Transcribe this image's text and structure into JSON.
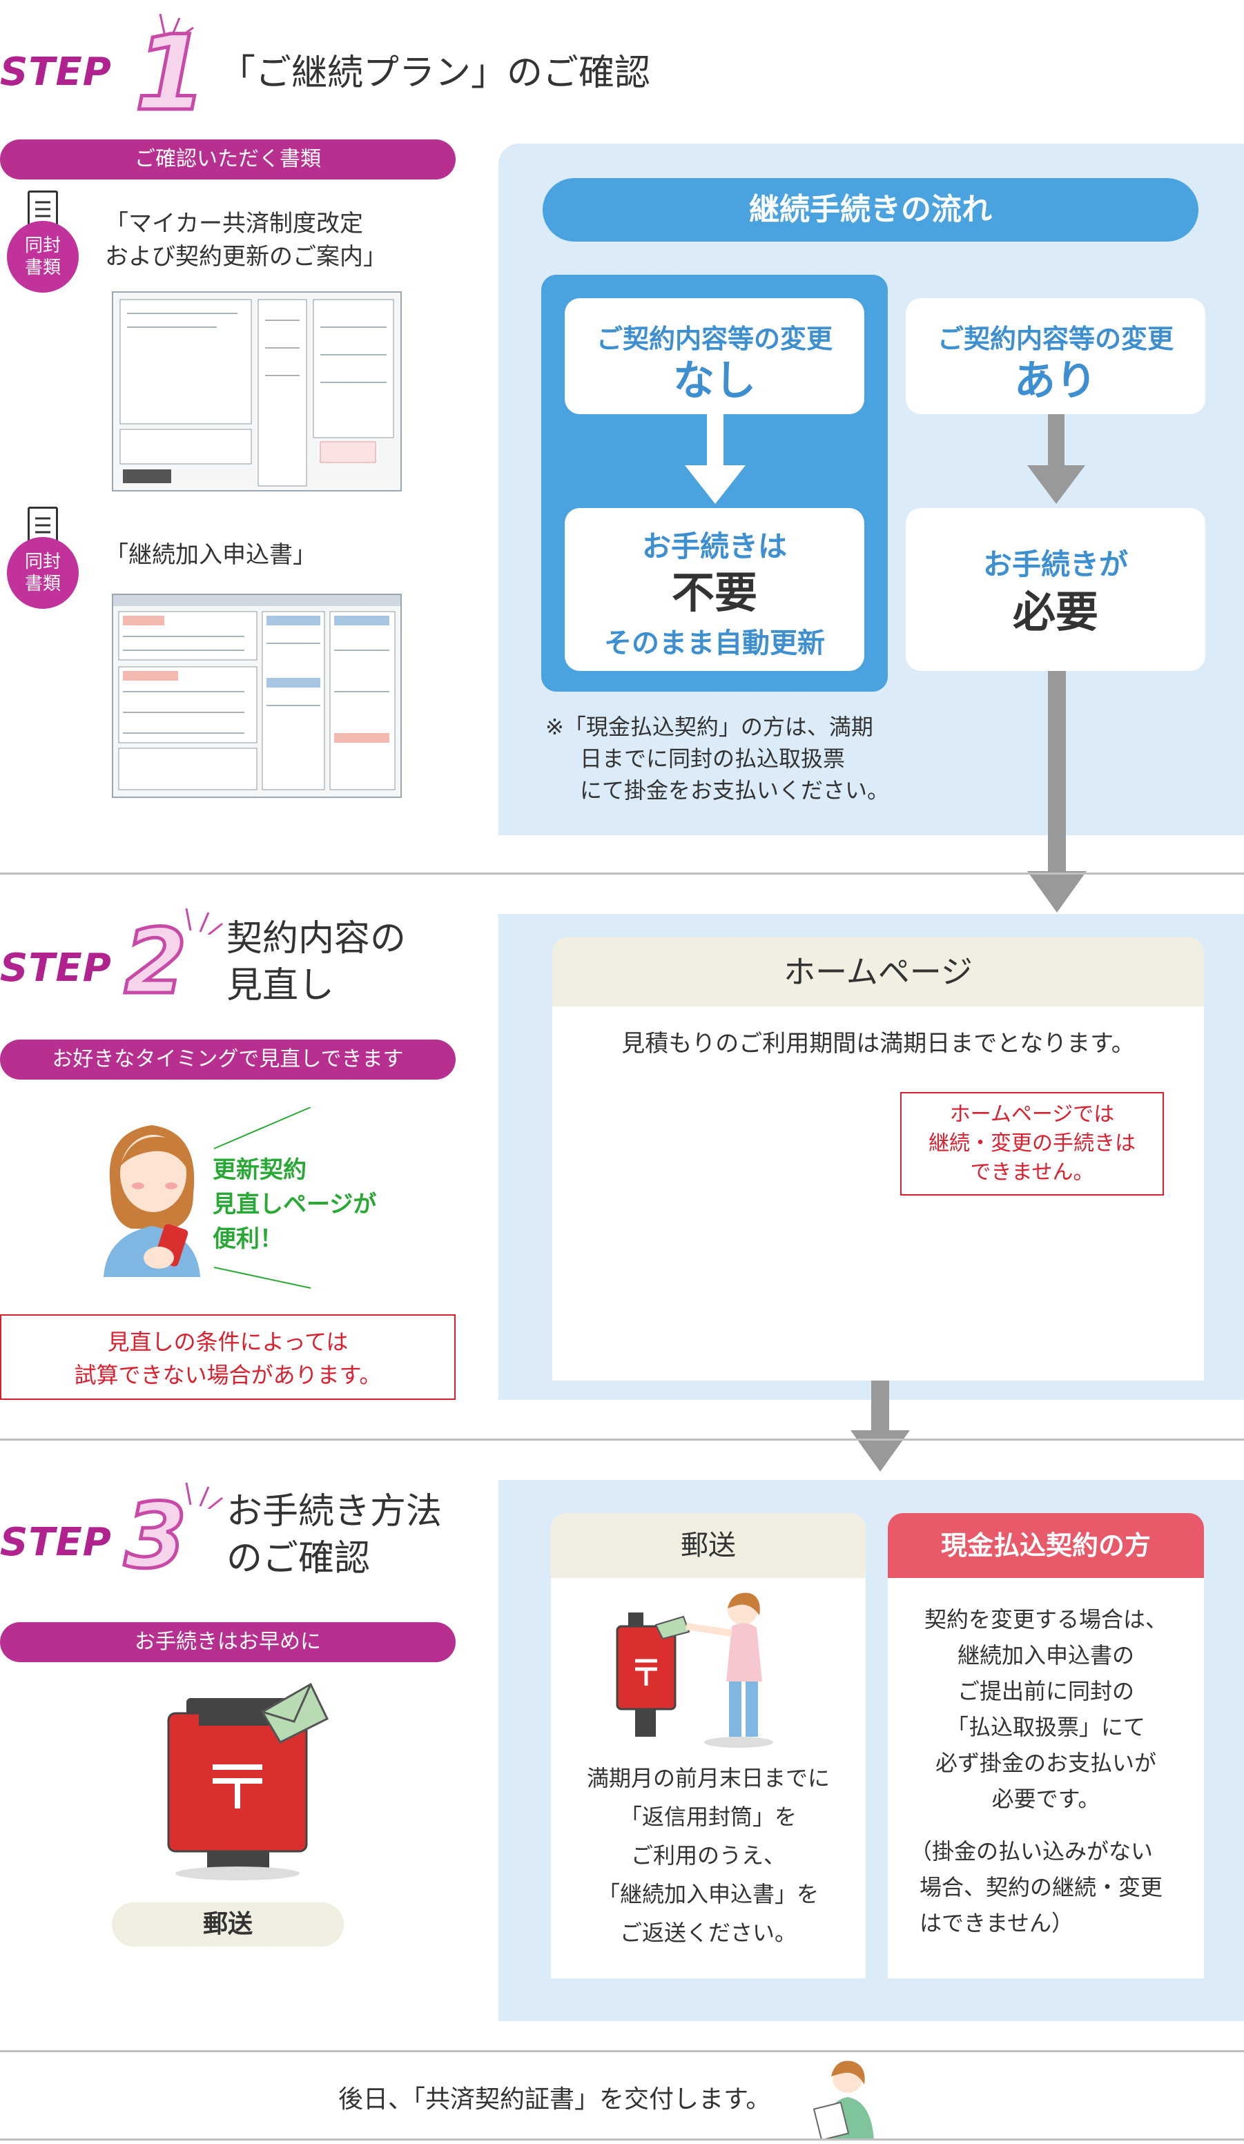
{
  "step1": {
    "word": "STEP",
    "num": "1",
    "title": "「ご継続プラン」のご確認",
    "pill": "ご確認いただく書類",
    "docs": [
      {
        "badge_l1": "同封",
        "badge_l2": "書類",
        "title_l1": "「マイカー共済制度改定",
        "title_l2": "および契約更新のご案内」"
      },
      {
        "badge_l1": "同封",
        "badge_l2": "書類",
        "title_l1": "「継続加入申込書」"
      }
    ],
    "flow": {
      "header": "継続手続きの流れ",
      "left": {
        "top_l1": "ご契約内容等の変更",
        "top_l2": "なし",
        "bottom_l1": "お手続きは",
        "bottom_l2": "不要",
        "bottom_l3": "そのまま自動更新"
      },
      "right": {
        "top_l1": "ご契約内容等の変更",
        "top_l2": "あり",
        "bottom_l1": "お手続きが",
        "bottom_l2": "必要"
      },
      "note_l1": "※「現金払込契約」の方は、満期",
      "note_l2": "日までに同封の払込取扱票",
      "note_l3": "にて掛金をお支払いください。"
    }
  },
  "step2": {
    "word": "STEP",
    "num": "2",
    "title_l1": "契約内容の",
    "title_l2": "見直し",
    "pill": "お好きなタイミングで見直しできます",
    "callout_l1": "更新契約",
    "callout_l2": "見直しページが",
    "callout_l3": "便利！",
    "warn_l1": "見直しの条件によっては",
    "warn_l2": "試算できない場合があります。",
    "homepage": {
      "header": "ホームページ",
      "text": "見積もりのご利用期間は満期日までとなります。",
      "warn_l1": "ホームページでは",
      "warn_l2": "継続・変更の手続きは",
      "warn_l3": "できません。"
    }
  },
  "step3": {
    "word": "STEP",
    "num": "3",
    "title_l1": "お手続き方法",
    "title_l2": "のご確認",
    "pill": "お手続きはお早めに",
    "mail_label": "郵送",
    "mail_section": {
      "header": "郵送",
      "text_l1": "満期月の前月末日までに",
      "text_l2": "「返信用封筒」を",
      "text_l3": "ご利用のうえ、",
      "text_l4": "「継続加入申込書」を",
      "text_l5": "ご返送ください。"
    },
    "cash_section": {
      "header": "現金払込契約の方",
      "text_l1": "契約を変更する場合は、",
      "text_l2": "継続加入申込書の",
      "text_l3": "ご提出前に同封の",
      "text_l4": "「払込取扱票」にて",
      "text_l5": "必ず掛金のお支払いが",
      "text_l6": "必要です。",
      "note_l1": "（掛金の払い込みがない",
      "note_l2": "場合、契約の継続・変更",
      "note_l3": "はできません）"
    }
  },
  "footer": {
    "text": "後日、「共済契約証書」を交付します。"
  },
  "colors": {
    "step_magenta": "#b0238f",
    "panel_blue": "#dbecf8",
    "flow_blue": "#4aa3df",
    "warn_red": "#d9202f",
    "callout_green": "#2aa836",
    "cash_header": "#e8596a",
    "mail_header": "#f1eee2"
  }
}
